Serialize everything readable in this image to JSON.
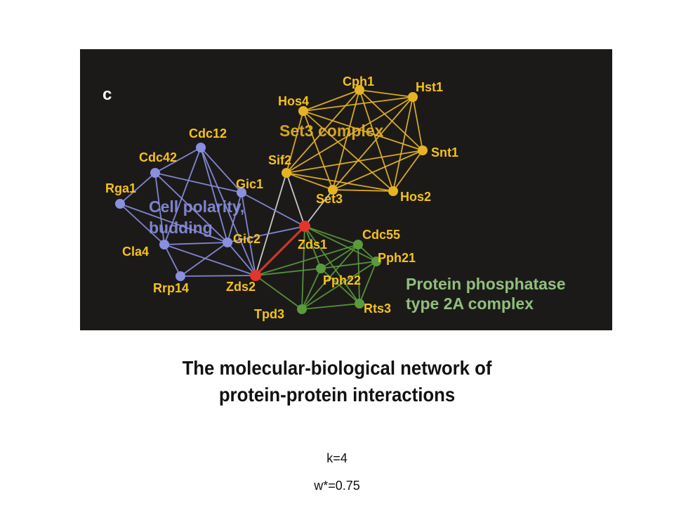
{
  "figure": {
    "panel_letter": "c",
    "colors": {
      "background": "#1c1a19",
      "label": "#f3c21a",
      "set3": "#e6b422",
      "polarity": "#8a8fe0",
      "pp2a": "#5a9a3c",
      "hub": "#e5342a",
      "hub_edge": "#e5342a",
      "bridge_edge": "#d8d8d8"
    },
    "group_labels": {
      "set3": "Set3 complex",
      "polarity_line1": "Cell polarity,",
      "polarity_line2": "budding",
      "pp2a_line1": "Protein phosphatase",
      "pp2a_line2": "type 2A complex"
    },
    "nodes": [
      {
        "id": "Hos4",
        "label": "Hos4",
        "group": "set3"
      },
      {
        "id": "Cph1",
        "label": "Cph1",
        "group": "set3"
      },
      {
        "id": "Hst1",
        "label": "Hst1",
        "group": "set3"
      },
      {
        "id": "Snt1",
        "label": "Snt1",
        "group": "set3"
      },
      {
        "id": "Sif2",
        "label": "Sif2",
        "group": "set3"
      },
      {
        "id": "Hos2",
        "label": "Hos2",
        "group": "set3"
      },
      {
        "id": "Set3",
        "label": "Set3",
        "group": "set3"
      },
      {
        "id": "Cdc12",
        "label": "Cdc12",
        "group": "polarity"
      },
      {
        "id": "Cdc42",
        "label": "Cdc42",
        "group": "polarity"
      },
      {
        "id": "Rga1",
        "label": "Rga1",
        "group": "polarity"
      },
      {
        "id": "Gic1",
        "label": "Gic1",
        "group": "polarity"
      },
      {
        "id": "Gic2",
        "label": "Gic2",
        "group": "polarity"
      },
      {
        "id": "Cla4",
        "label": "Cla4",
        "group": "polarity"
      },
      {
        "id": "Rrp14",
        "label": "Rrp14",
        "group": "polarity"
      },
      {
        "id": "Zds2",
        "label": "Zds2",
        "group": "hub"
      },
      {
        "id": "Zds1",
        "label": "Zds1",
        "group": "hub"
      },
      {
        "id": "Cdc55",
        "label": "Cdc55",
        "group": "pp2a"
      },
      {
        "id": "Pph21",
        "label": "Pph21",
        "group": "pp2a"
      },
      {
        "id": "Pph22",
        "label": "Pph22",
        "group": "pp2a"
      },
      {
        "id": "Rts3",
        "label": "Rts3",
        "group": "pp2a"
      },
      {
        "id": "Tpd3",
        "label": "Tpd3",
        "group": "pp2a"
      }
    ],
    "edges": [
      [
        "Hos4",
        "Cph1"
      ],
      [
        "Hos4",
        "Hst1"
      ],
      [
        "Hos4",
        "Snt1"
      ],
      [
        "Hos4",
        "Sif2"
      ],
      [
        "Hos4",
        "Hos2"
      ],
      [
        "Hos4",
        "Set3"
      ],
      [
        "Cph1",
        "Hst1"
      ],
      [
        "Cph1",
        "Snt1"
      ],
      [
        "Cph1",
        "Sif2"
      ],
      [
        "Cph1",
        "Hos2"
      ],
      [
        "Cph1",
        "Set3"
      ],
      [
        "Hst1",
        "Snt1"
      ],
      [
        "Hst1",
        "Sif2"
      ],
      [
        "Hst1",
        "Hos2"
      ],
      [
        "Hst1",
        "Set3"
      ],
      [
        "Snt1",
        "Sif2"
      ],
      [
        "Snt1",
        "Hos2"
      ],
      [
        "Snt1",
        "Set3"
      ],
      [
        "Sif2",
        "Hos2"
      ],
      [
        "Sif2",
        "Set3"
      ],
      [
        "Hos2",
        "Set3"
      ],
      [
        "Set3",
        "Zds1"
      ],
      [
        "Sif2",
        "Zds1"
      ],
      [
        "Sif2",
        "Zds2"
      ],
      [
        "Cdc12",
        "Cdc42"
      ],
      [
        "Cdc12",
        "Gic1"
      ],
      [
        "Cdc12",
        "Gic2"
      ],
      [
        "Cdc12",
        "Zds2"
      ],
      [
        "Cdc12",
        "Cla4"
      ],
      [
        "Cdc42",
        "Rga1"
      ],
      [
        "Cdc42",
        "Gic1"
      ],
      [
        "Cdc42",
        "Gic2"
      ],
      [
        "Cdc42",
        "Cla4"
      ],
      [
        "Rga1",
        "Cla4"
      ],
      [
        "Rga1",
        "Gic2"
      ],
      [
        "Gic1",
        "Gic2"
      ],
      [
        "Gic1",
        "Zds2"
      ],
      [
        "Gic1",
        "Zds1"
      ],
      [
        "Gic2",
        "Zds2"
      ],
      [
        "Gic2",
        "Cla4"
      ],
      [
        "Gic2",
        "Rrp14"
      ],
      [
        "Gic2",
        "Zds1"
      ],
      [
        "Cla4",
        "Zds2"
      ],
      [
        "Cla4",
        "Rrp14"
      ],
      [
        "Rrp14",
        "Zds2"
      ],
      [
        "Zds2",
        "Zds1"
      ],
      [
        "Zds1",
        "Cdc55"
      ],
      [
        "Zds1",
        "Pph21"
      ],
      [
        "Zds1",
        "Pph22"
      ],
      [
        "Zds1",
        "Tpd3"
      ],
      [
        "Zds1",
        "Rts3"
      ],
      [
        "Zds2",
        "Cdc55"
      ],
      [
        "Zds2",
        "Pph22"
      ],
      [
        "Zds2",
        "Tpd3"
      ],
      [
        "Cdc55",
        "Pph21"
      ],
      [
        "Cdc55",
        "Pph22"
      ],
      [
        "Cdc55",
        "Tpd3"
      ],
      [
        "Cdc55",
        "Rts3"
      ],
      [
        "Pph21",
        "Pph22"
      ],
      [
        "Pph21",
        "Tpd3"
      ],
      [
        "Pph21",
        "Rts3"
      ],
      [
        "Pph22",
        "Tpd3"
      ],
      [
        "Pph22",
        "Rts3"
      ],
      [
        "Tpd3",
        "Rts3"
      ]
    ]
  },
  "caption": {
    "line1": "The molecular-biological network of",
    "line2": "protein-protein interactions"
  },
  "params": {
    "k": "k=4",
    "w": "w*=0.75"
  }
}
